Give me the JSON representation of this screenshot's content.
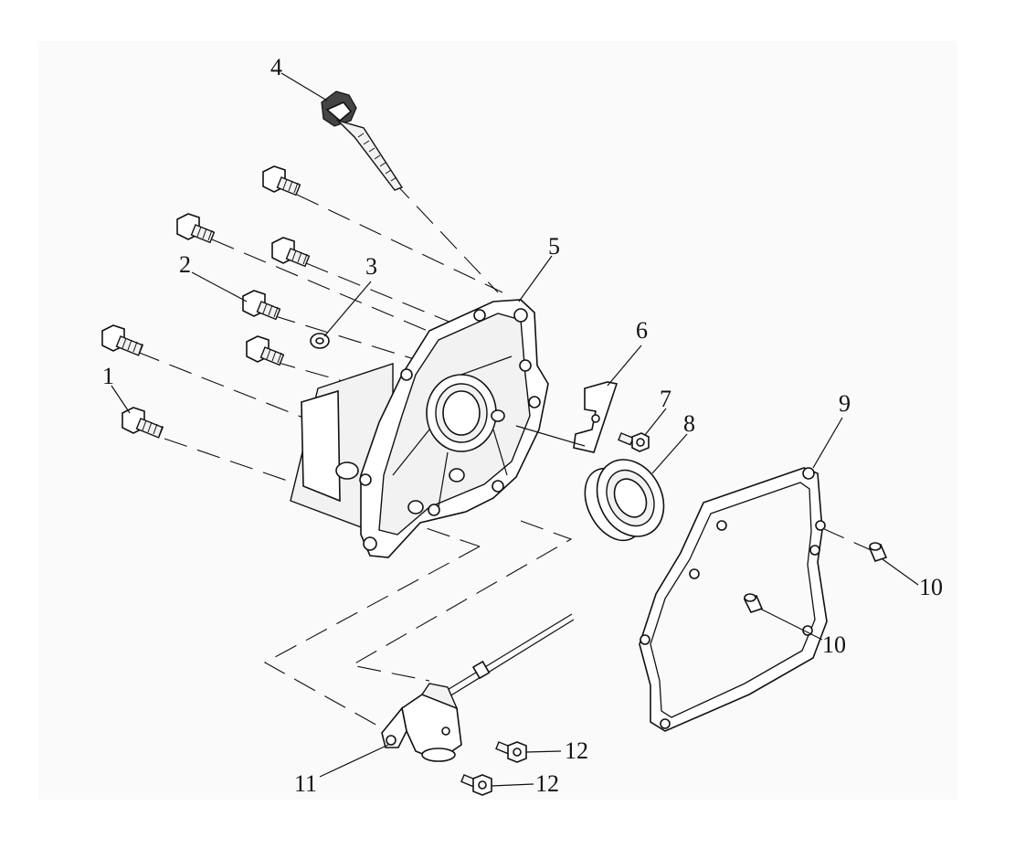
{
  "callouts": [
    {
      "id": "1",
      "label": "1"
    },
    {
      "id": "2",
      "label": "2"
    },
    {
      "id": "3",
      "label": "3"
    },
    {
      "id": "4",
      "label": "4"
    },
    {
      "id": "5",
      "label": "5"
    },
    {
      "id": "6",
      "label": "6"
    },
    {
      "id": "7",
      "label": "7"
    },
    {
      "id": "8",
      "label": "8"
    },
    {
      "id": "9",
      "label": "9"
    },
    {
      "id": "10a",
      "label": "10"
    },
    {
      "id": "10b",
      "label": "10"
    },
    {
      "id": "11",
      "label": "11"
    },
    {
      "id": "12a",
      "label": "12"
    },
    {
      "id": "12b",
      "label": "12"
    }
  ]
}
